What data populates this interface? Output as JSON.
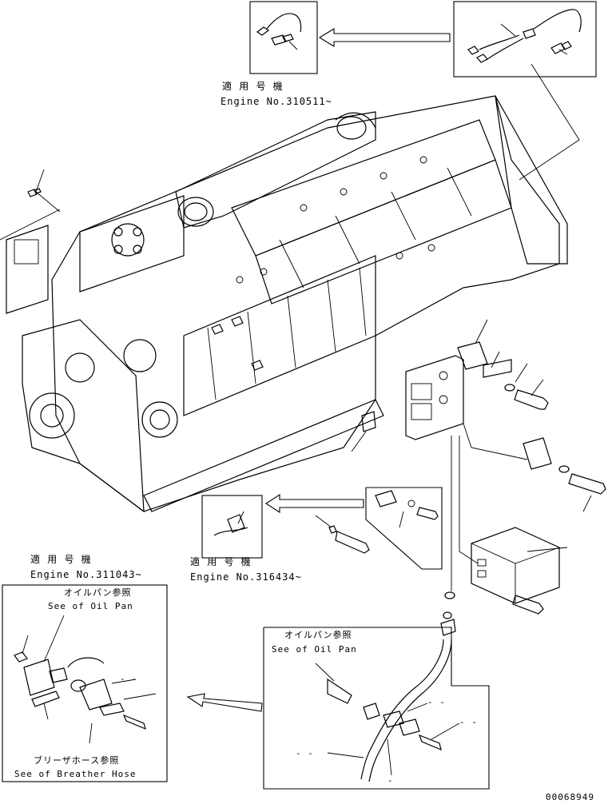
{
  "labels": {
    "top_jp": "適 用 号 機",
    "top_en": "Engine No.310511~",
    "mid_right_jp": "適 用 号 機",
    "mid_right_en": "Engine No.316434~",
    "left_jp": "適 用 号 機",
    "left_en": "Engine No.311043~",
    "oilpan_left_jp": "オイルパン参照",
    "oilpan_left_en": "See of Oil Pan",
    "breather_jp": "ブリーザホース参照",
    "breather_en": "See of Breather Hose",
    "oilpan_right_jp": "オイルパン参照",
    "oilpan_right_en": "See of Oil Pan",
    "drawing_no": "00068949",
    "dash_a": "- -",
    "dash_b": "- -",
    "dash_c": "- -",
    "dash_d": "- -",
    "dash_e": "-"
  },
  "icons": [
    "engine-block-drawing",
    "wiring-harness-icon",
    "sensor-icon",
    "bolt-icon",
    "controller-box-icon",
    "bracket-icon",
    "hose-icon"
  ]
}
